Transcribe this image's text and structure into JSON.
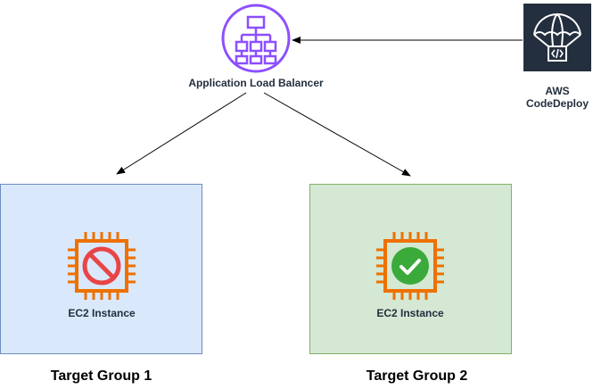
{
  "diagram": {
    "alb": {
      "label": "Application Load Balancer",
      "icon": "load-balancer-icon",
      "color": "#8c4fff"
    },
    "codedeploy": {
      "label_line1": "AWS",
      "label_line2": "CodeDeploy",
      "icon": "parachute-code-icon",
      "bg_color": "#232f3e"
    },
    "target_groups": [
      {
        "title": "Target Group 1",
        "instance_label": "EC2 Instance",
        "status": "blocked",
        "status_icon": "prohibited-icon",
        "fill": "#dae8fc",
        "stroke": "#6c8ebf"
      },
      {
        "title": "Target Group 2",
        "instance_label": "EC2 Instance",
        "status": "healthy",
        "status_icon": "check-circle-icon",
        "fill": "#d5e8d4",
        "stroke": "#82b366"
      }
    ],
    "chip_color": "#ed7100"
  }
}
